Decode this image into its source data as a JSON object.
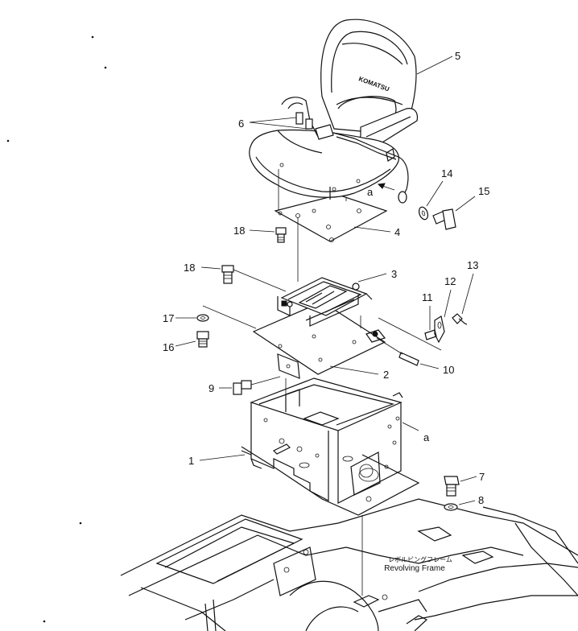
{
  "callouts": {
    "p1": "1",
    "p2": "2",
    "p3": "3",
    "p4": "4",
    "p5": "5",
    "p6": "6",
    "p7": "7",
    "p8": "8",
    "p9": "9",
    "p10": "10",
    "p11": "11",
    "p12": "12",
    "p13": "13",
    "p14": "14",
    "p15": "15",
    "p16": "16",
    "p17": "17",
    "p18a": "18",
    "p18b": "18",
    "ref_a1": "a",
    "ref_a2": "a"
  },
  "seat_brand": "KOMATSU",
  "frame_label": {
    "jp": "レボルビングフレーム",
    "en": "Revolving Frame"
  }
}
